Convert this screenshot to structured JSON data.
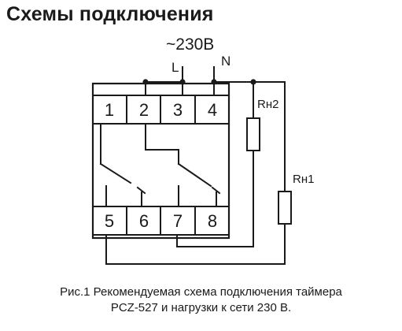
{
  "heading": "Схемы подключения",
  "supply": {
    "voltage_label": "~230В",
    "line_label": "L",
    "neutral_label": "N"
  },
  "terminals": {
    "top": [
      "1",
      "2",
      "3",
      "4"
    ],
    "bottom": [
      "5",
      "6",
      "7",
      "8"
    ]
  },
  "loads": {
    "load2_label": "Rн2",
    "load1_label": "Rн1"
  },
  "caption": {
    "line1": "Рис.1 Рекомендуемая схема подключения таймера",
    "line2": "PCZ-527 и нагрузки к сети 230 В."
  }
}
